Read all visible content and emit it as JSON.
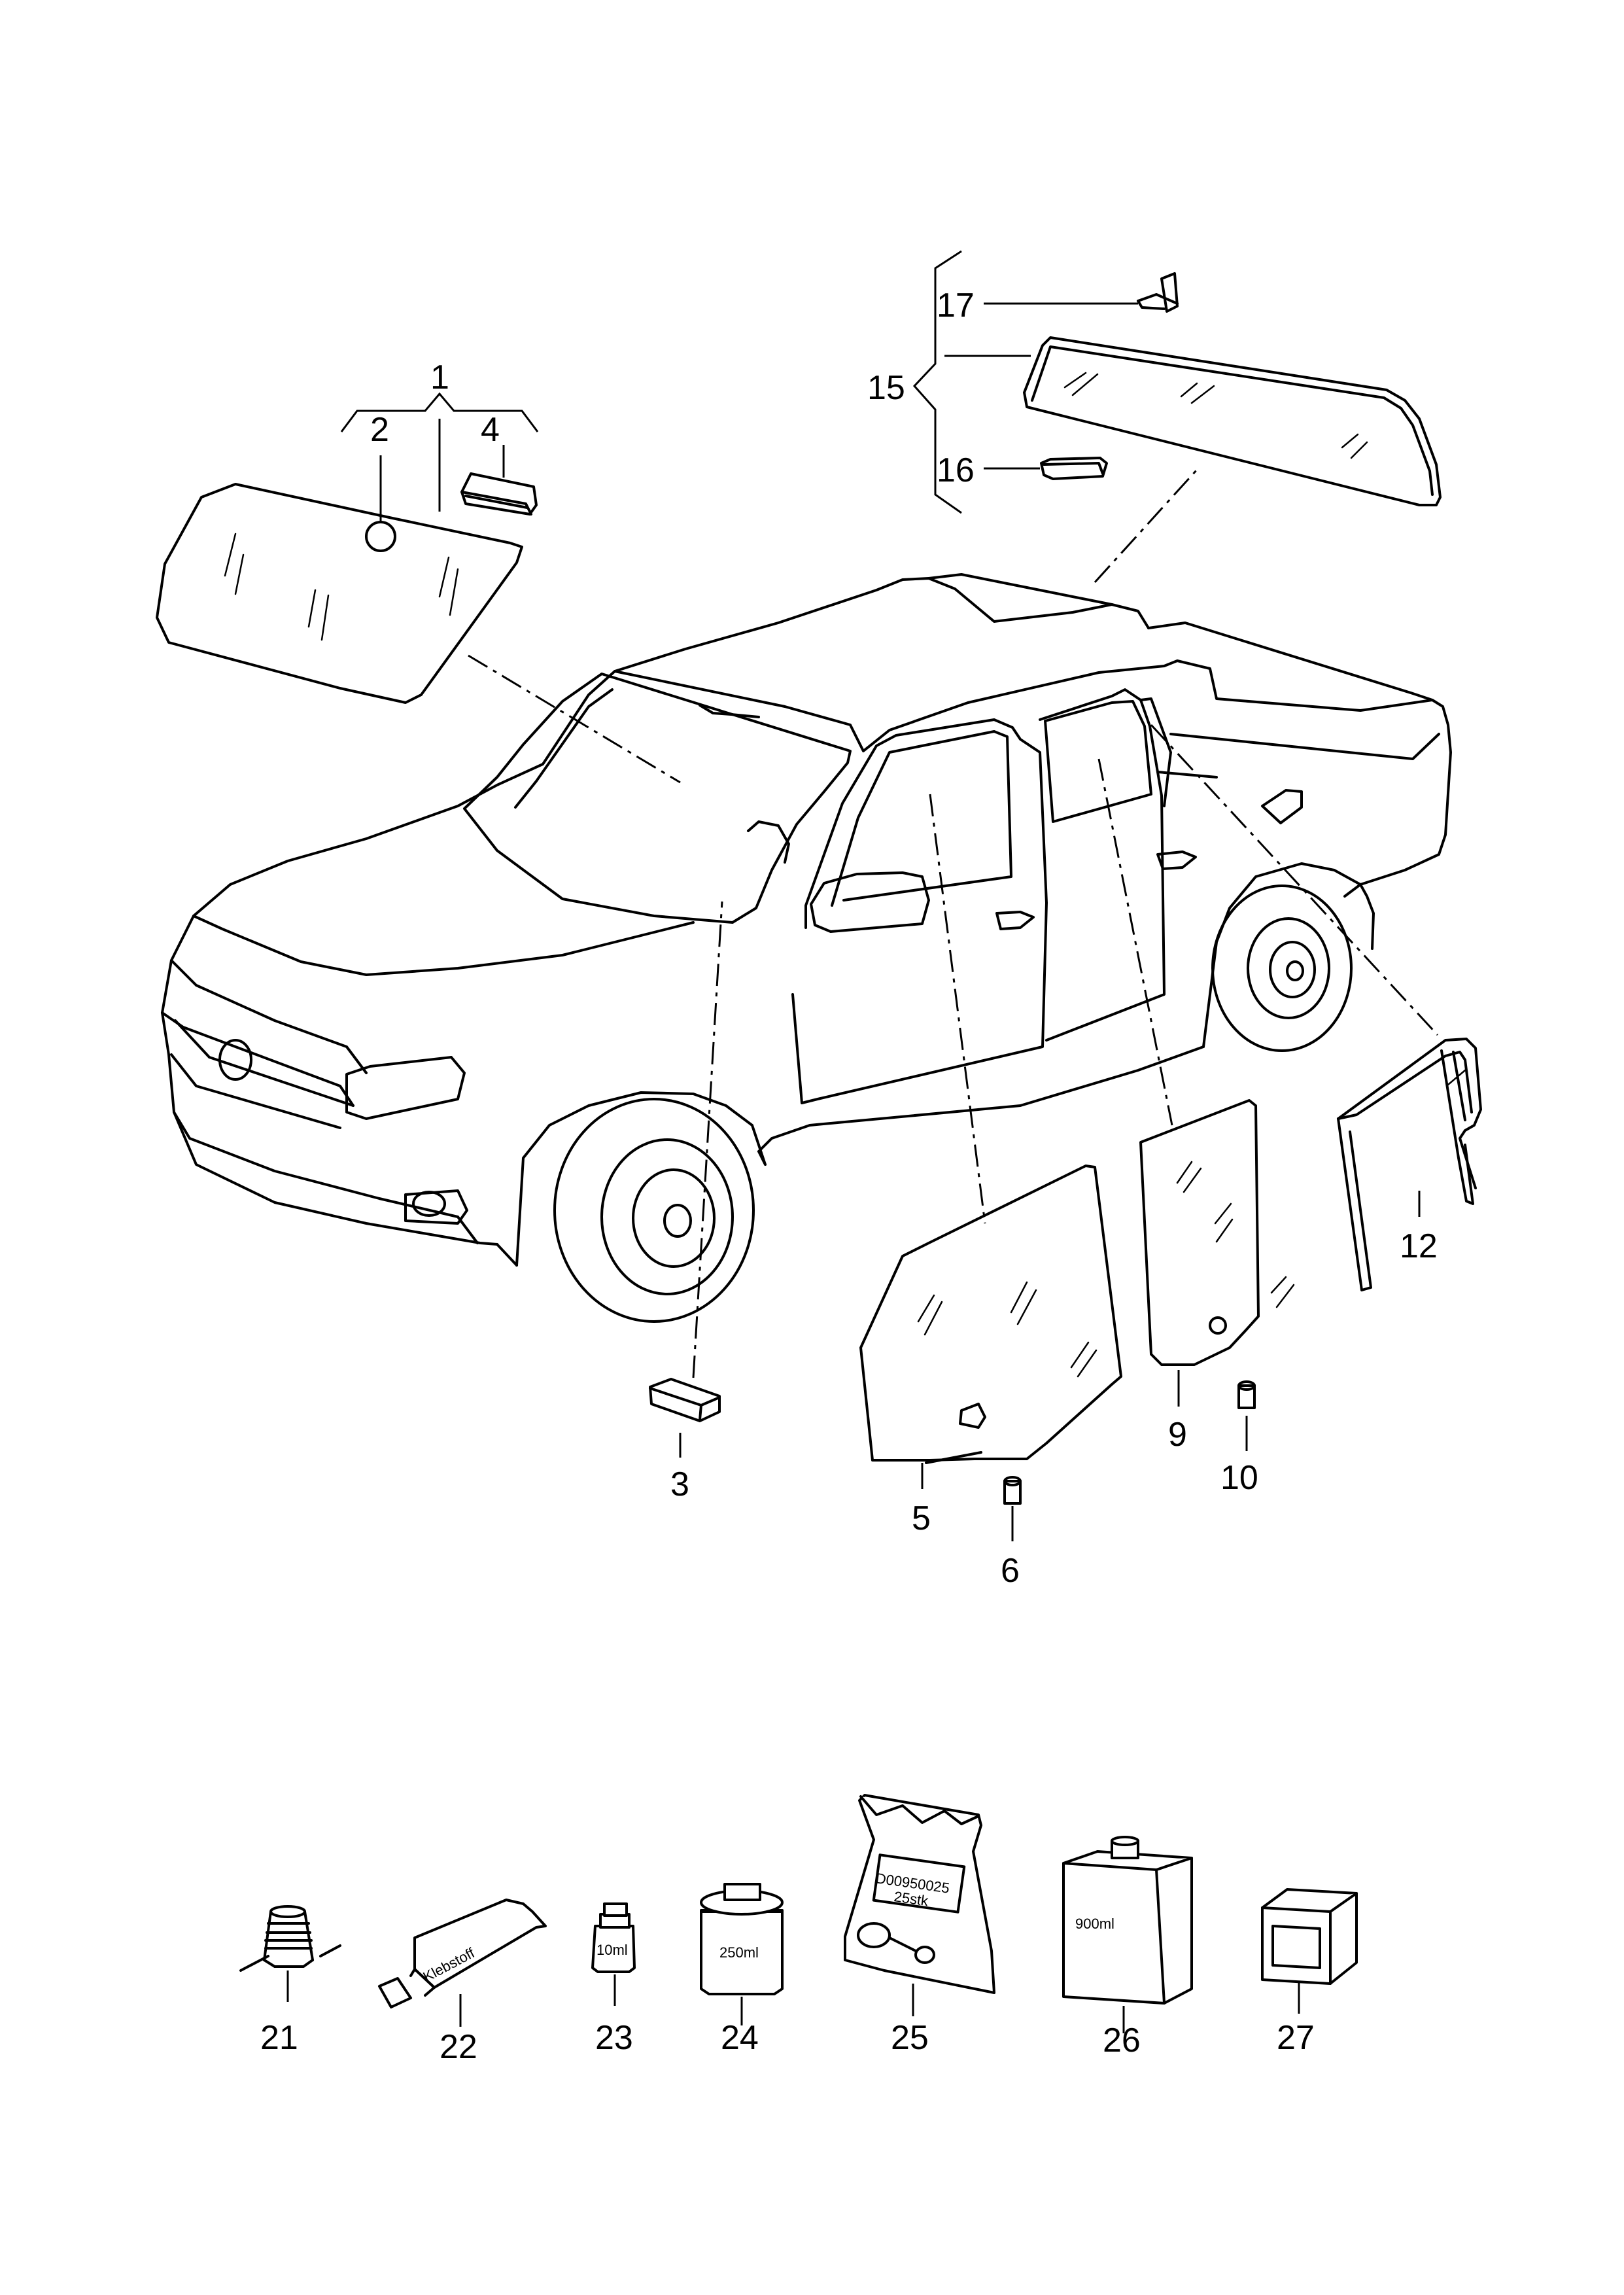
{
  "callouts": [
    {
      "id": "1",
      "label": "1"
    },
    {
      "id": "2",
      "label": "2"
    },
    {
      "id": "3",
      "label": "3"
    },
    {
      "id": "4",
      "label": "4"
    },
    {
      "id": "5",
      "label": "5"
    },
    {
      "id": "6",
      "label": "6"
    },
    {
      "id": "9",
      "label": "9"
    },
    {
      "id": "10",
      "label": "10"
    },
    {
      "id": "12",
      "label": "12"
    },
    {
      "id": "15",
      "label": "15"
    },
    {
      "id": "16",
      "label": "16"
    },
    {
      "id": "17",
      "label": "17"
    },
    {
      "id": "21",
      "label": "21"
    },
    {
      "id": "22",
      "label": "22"
    },
    {
      "id": "23",
      "label": "23"
    },
    {
      "id": "24",
      "label": "24"
    },
    {
      "id": "25",
      "label": "25"
    },
    {
      "id": "26",
      "label": "26"
    },
    {
      "id": "27",
      "label": "27"
    }
  ],
  "package_labels": {
    "tube": "Klebstoff",
    "bottle_small": "10ml",
    "can": "250ml",
    "bag_line1": "D00950025",
    "bag_line2": "25stk",
    "canister": "900ml"
  }
}
